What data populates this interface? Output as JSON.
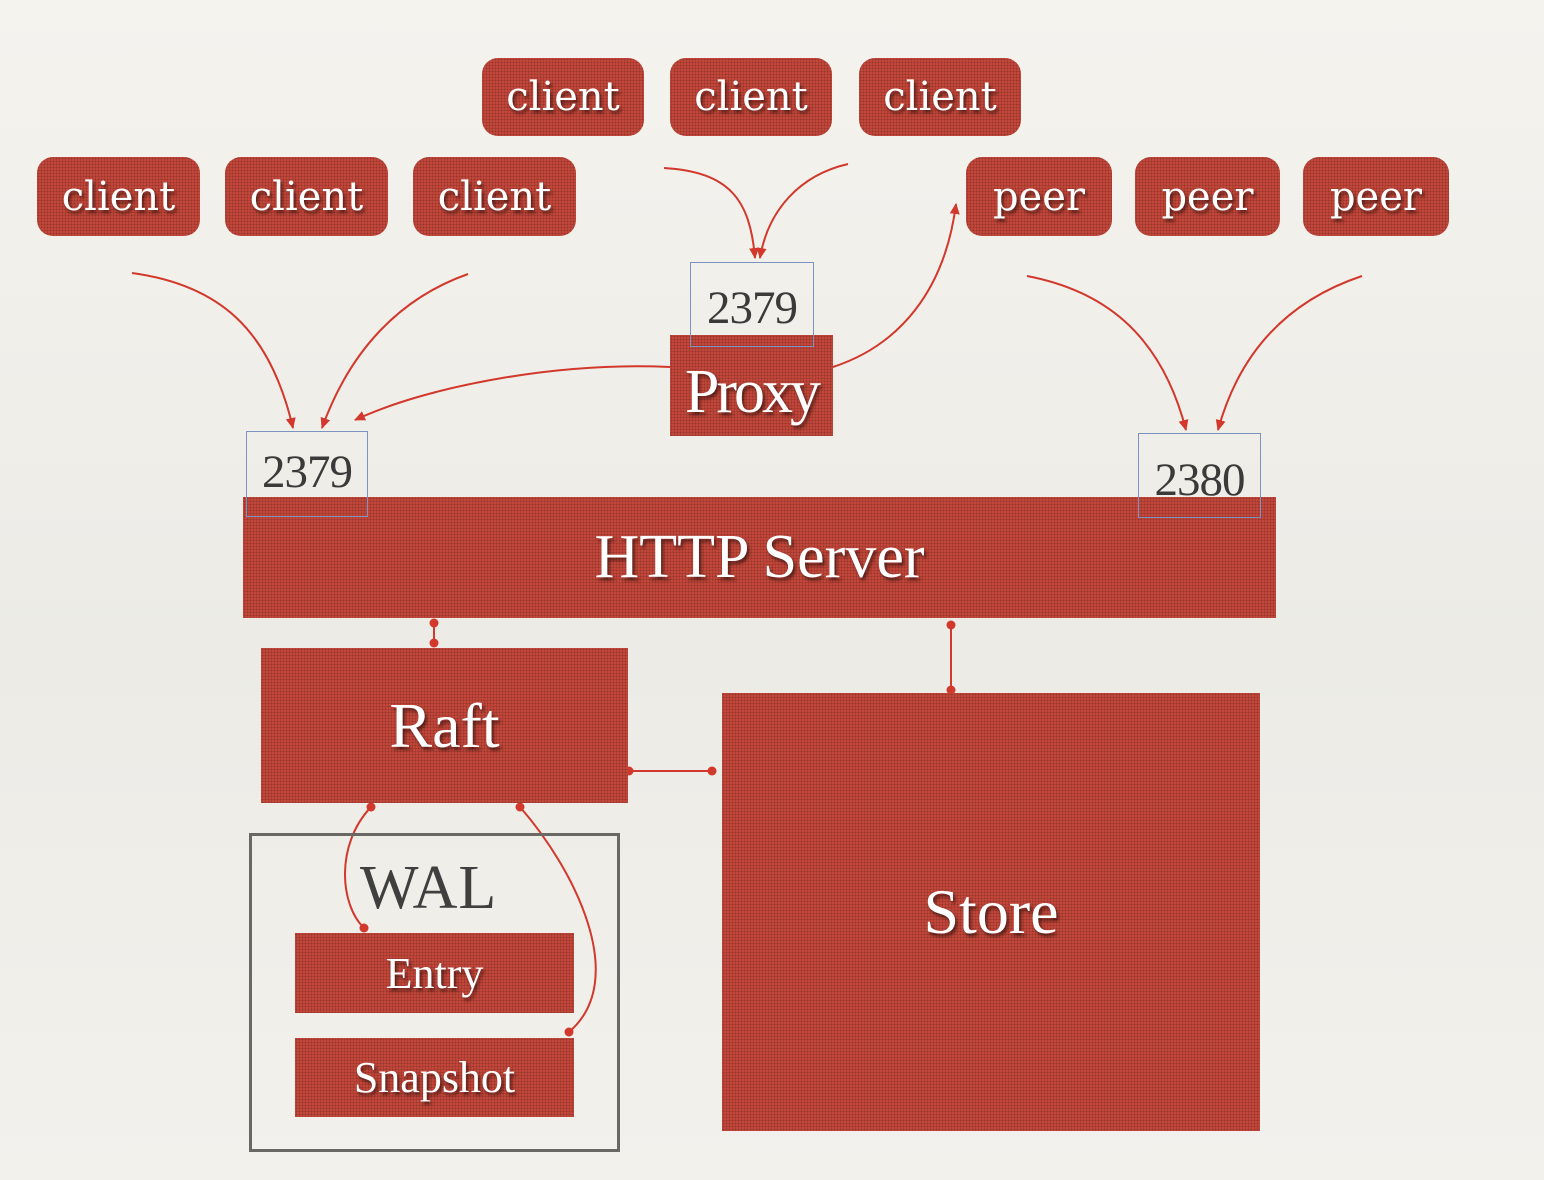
{
  "clients_top": [
    "client",
    "client",
    "client"
  ],
  "clients_left": [
    "client",
    "client",
    "client"
  ],
  "peers": [
    "peer",
    "peer",
    "peer"
  ],
  "proxy": {
    "label": "Proxy",
    "port": "2379"
  },
  "http_server": {
    "label": "HTTP Server",
    "client_port": "2379",
    "peer_port": "2380"
  },
  "raft": {
    "label": "Raft"
  },
  "store": {
    "label": "Store"
  },
  "wal": {
    "title": "WAL",
    "entry": "Entry",
    "snapshot": "Snapshot"
  },
  "colors": {
    "box": "#c4473a",
    "arrow": "#d2382b",
    "port_border": "#7b93c2",
    "wal_border": "#6a6864"
  }
}
